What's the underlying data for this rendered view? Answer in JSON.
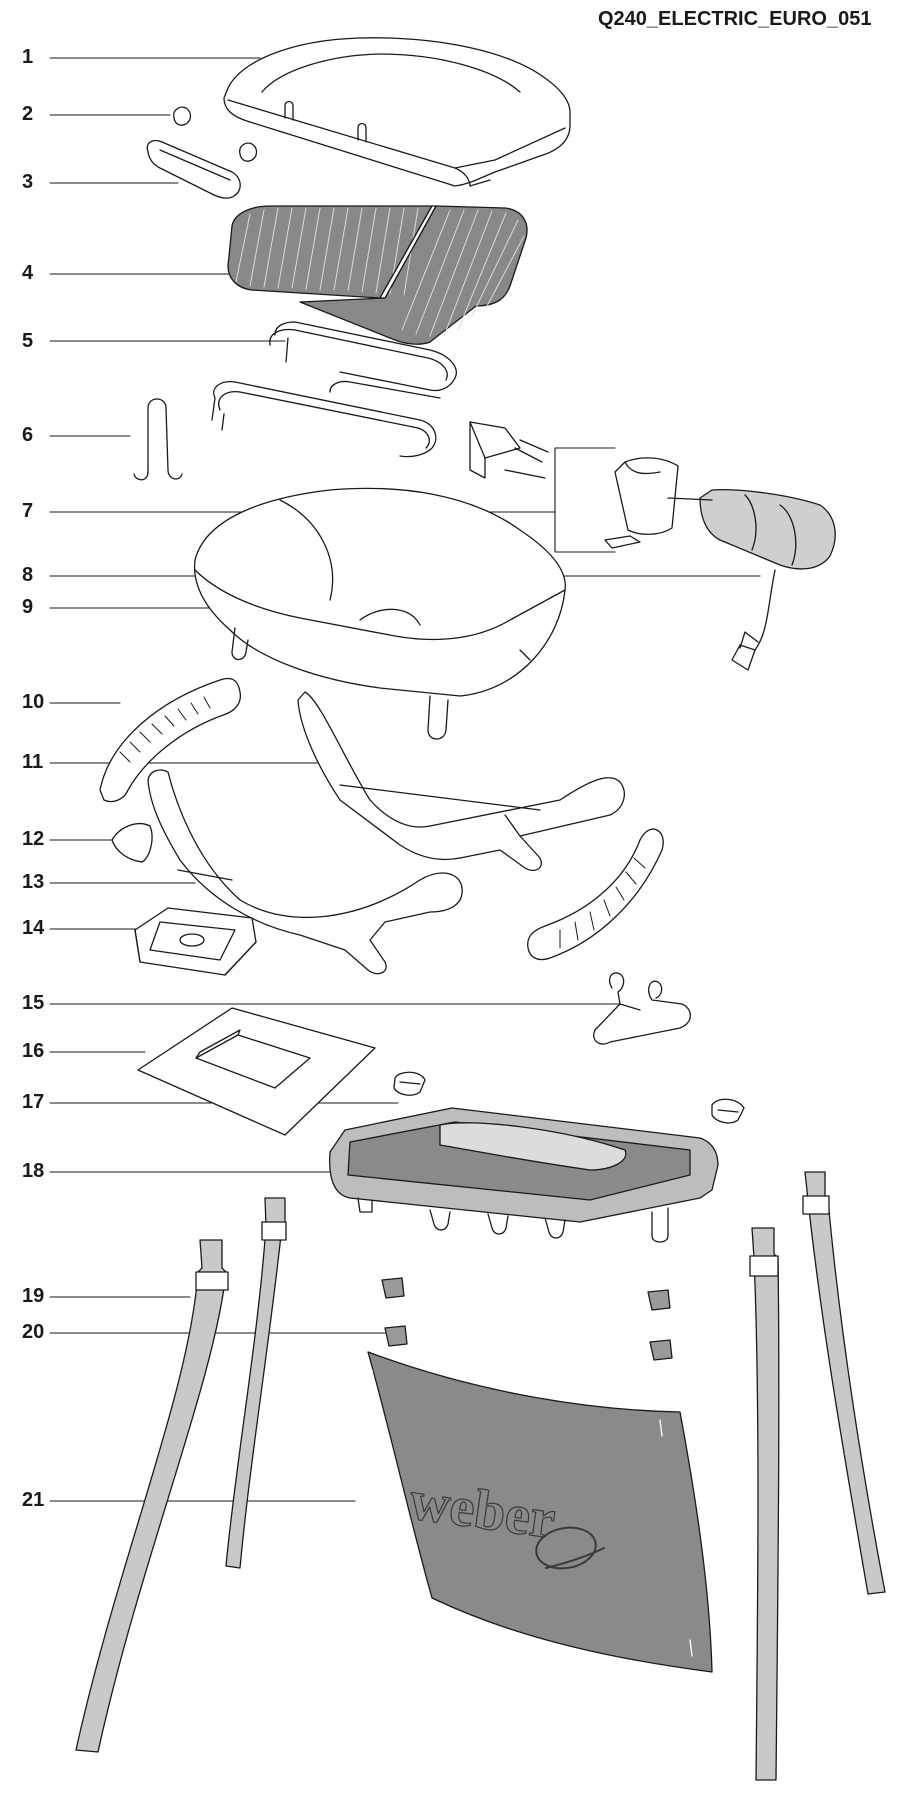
{
  "diagram": {
    "code": "Q240_ELECTRIC_EURO_051",
    "callouts": [
      "1",
      "2",
      "3",
      "4",
      "5",
      "6",
      "7",
      "8",
      "9",
      "10",
      "11",
      "12",
      "13",
      "14",
      "15",
      "16",
      "17",
      "18",
      "19",
      "20",
      "21"
    ]
  },
  "decal": {
    "brand": "weber"
  },
  "colors": {
    "line": "#1a1a1a",
    "dark_gray": "#8a8a8a",
    "mid_gray": "#bdbdbd",
    "light_gray": "#dcdcdc",
    "tube_fill": "#c9c9c9"
  }
}
